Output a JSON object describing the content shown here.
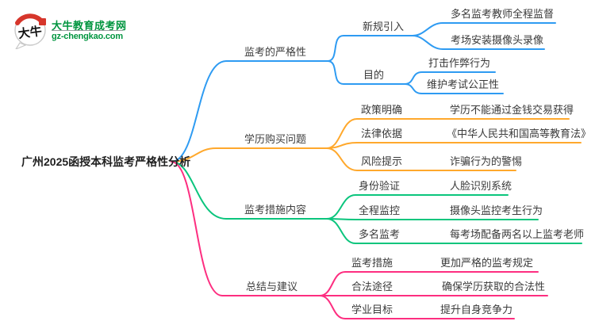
{
  "logo": {
    "mark_text": "大牛",
    "site_name": "大牛教育成考网",
    "site_domain": "gz-chengkao.com"
  },
  "colors": {
    "branch-blue": "#2e9bf2",
    "branch-orange": "#ffa82c",
    "branch-green": "#0bc57d",
    "branch-pink": "#fd2e80",
    "logo-green": "#00953f",
    "logo-red": "#d6362b",
    "text-dark": "#3a3a3a"
  },
  "mindmap": {
    "root": {
      "label": "广州2025函授本科监考严格性分析"
    },
    "branches": [
      {
        "label": "监考的严格性",
        "color": "blue",
        "children": [
          {
            "label": "新规引入",
            "children": [
              {
                "label": "多名监考教师全程监督"
              },
              {
                "label": "考场安装摄像头录像"
              }
            ]
          },
          {
            "label": "目的",
            "children": [
              {
                "label": "打击作弊行为"
              },
              {
                "label": "维护考试公正性"
              }
            ]
          }
        ]
      },
      {
        "label": "学历购买问题",
        "color": "orange",
        "children": [
          {
            "label": "政策明确",
            "children": [
              {
                "label": "学历不能通过金钱交易获得"
              }
            ]
          },
          {
            "label": "法律依据",
            "children": [
              {
                "label": "《中华人民共和国高等教育法》"
              }
            ]
          },
          {
            "label": "风险提示",
            "children": [
              {
                "label": "诈骗行为的警惕"
              }
            ]
          }
        ]
      },
      {
        "label": "监考措施内容",
        "color": "green",
        "children": [
          {
            "label": "身份验证",
            "children": [
              {
                "label": "人脸识别系统"
              }
            ]
          },
          {
            "label": "全程监控",
            "children": [
              {
                "label": "摄像头监控考生行为"
              }
            ]
          },
          {
            "label": "多名监考",
            "children": [
              {
                "label": "每考场配备两名以上监考老师"
              }
            ]
          }
        ]
      },
      {
        "label": "总结与建议",
        "color": "pink",
        "children": [
          {
            "label": "监考措施",
            "children": [
              {
                "label": "更加严格的监考规定"
              }
            ]
          },
          {
            "label": "合法途径",
            "children": [
              {
                "label": "确保学历获取的合法性"
              }
            ]
          },
          {
            "label": "学业目标",
            "children": [
              {
                "label": "提升自身竞争力"
              }
            ]
          }
        ]
      }
    ]
  }
}
